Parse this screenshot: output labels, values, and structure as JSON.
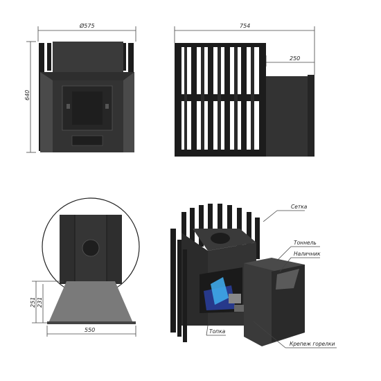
{
  "front_view": {
    "width_label": "Ø575",
    "height_label": "640"
  },
  "side_view": {
    "width_label": "754",
    "offset_label": "250"
  },
  "top_view": {
    "width_label": "550",
    "h1_label": "251",
    "h2_label": "231"
  },
  "iso_view": {
    "callouts": {
      "mesh": "Сетка",
      "tunnel": "Тоннель",
      "trim": "Наличник",
      "firebox": "Топка",
      "burner_mount": "Крепеж горелки"
    }
  }
}
